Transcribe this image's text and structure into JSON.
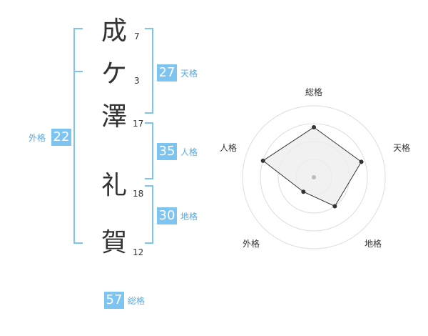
{
  "name": {
    "chars": [
      {
        "char": "成",
        "strokes": "7"
      },
      {
        "char": "ケ",
        "strokes": "3"
      },
      {
        "char": "澤",
        "strokes": "17"
      },
      {
        "char": "礼",
        "strokes": "18"
      },
      {
        "char": "賀",
        "strokes": "12"
      }
    ]
  },
  "fortunes": {
    "tenkaku": {
      "value": "27",
      "label": "天格"
    },
    "jinkaku": {
      "value": "35",
      "label": "人格"
    },
    "chikaku": {
      "value": "30",
      "label": "地格"
    },
    "gaikaku": {
      "value": "22",
      "label": "外格"
    },
    "soukaku": {
      "value": "57",
      "label": "総格"
    }
  },
  "chart_data": {
    "type": "radar",
    "axes": [
      "総格",
      "天格",
      "地格",
      "外格",
      "人格"
    ],
    "values": [
      0.7,
      0.7,
      0.5,
      0.25,
      0.75
    ],
    "range": [
      0,
      1
    ],
    "rings": 4,
    "colors": {
      "accent": "#7ec4f0",
      "fill": "#eeeeee",
      "line": "#333333",
      "ring": "#dddddd",
      "bracket": "#7ec4f0"
    }
  }
}
